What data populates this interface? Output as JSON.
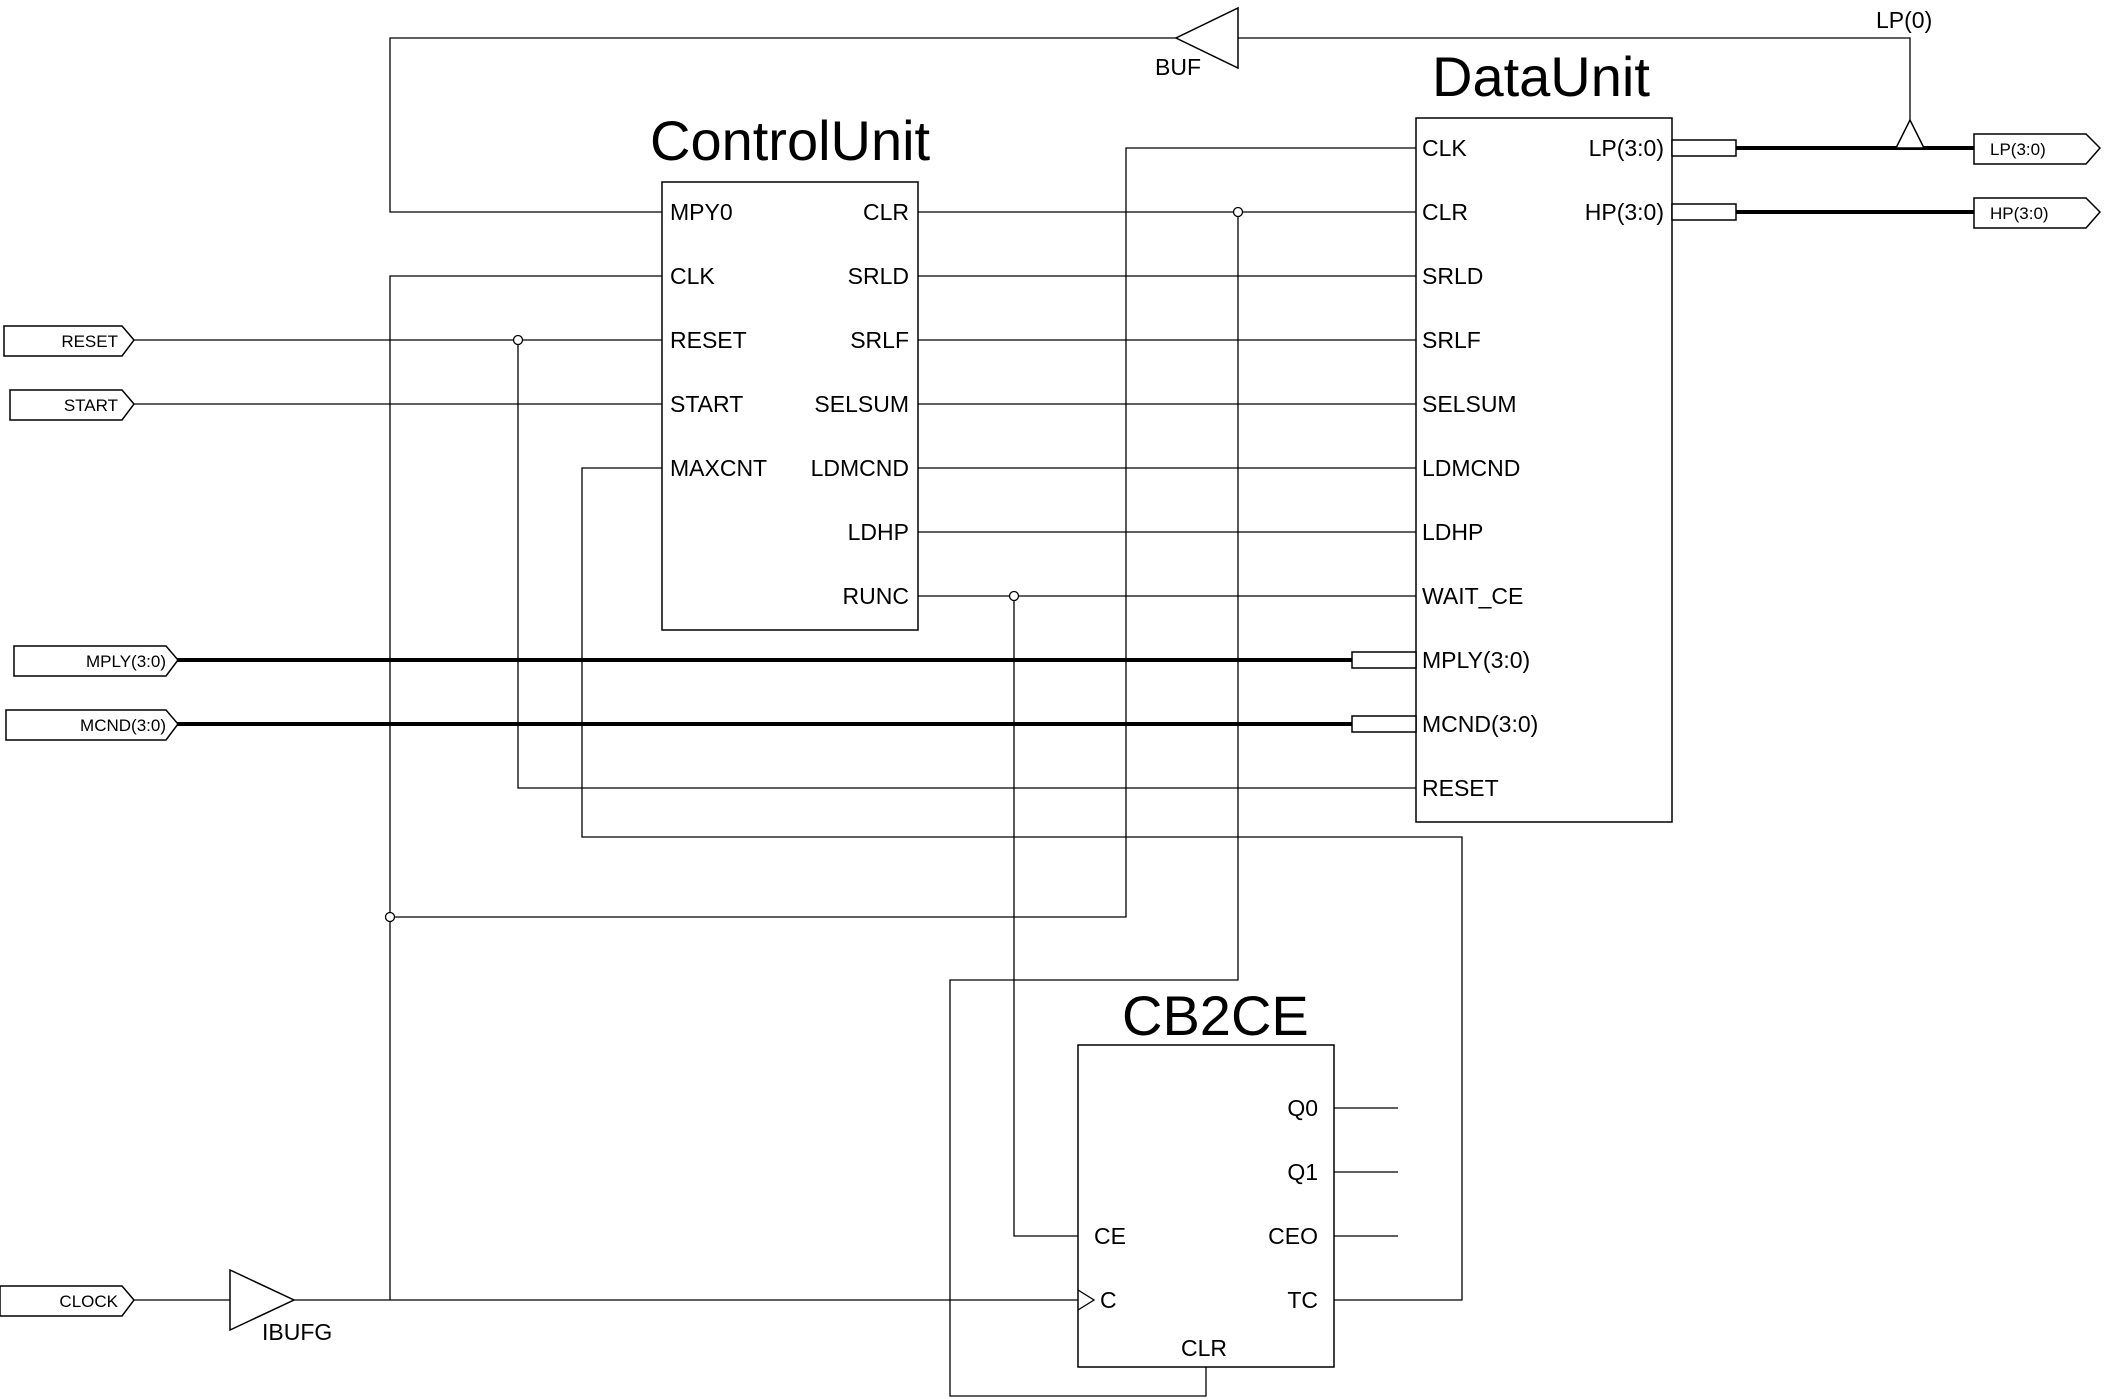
{
  "blocks": {
    "control_unit": {
      "title": "ControlUnit",
      "left_pins": [
        "MPY0",
        "CLK",
        "RESET",
        "START",
        "MAXCNT"
      ],
      "right_pins": [
        "CLR",
        "SRLD",
        "SRLF",
        "SELSUM",
        "LDMCND",
        "LDHP",
        "RUNC"
      ]
    },
    "data_unit": {
      "title": "DataUnit",
      "left_pins": [
        "CLK",
        "CLR",
        "SRLD",
        "SRLF",
        "SELSUM",
        "LDMCND",
        "LDHP",
        "WAIT_CE",
        "MPLY(3:0)",
        "MCND(3:0)",
        "RESET"
      ],
      "right_pins": [
        "LP(3:0)",
        "HP(3:0)"
      ]
    },
    "counter": {
      "title": "CB2CE",
      "left_pins": [
        "CE",
        "C"
      ],
      "right_pins": [
        "Q0",
        "Q1",
        "CEO",
        "TC"
      ],
      "bottom_pin": "CLR"
    }
  },
  "io_ports": {
    "inputs": [
      "RESET",
      "START",
      "MPLY(3:0)",
      "MCND(3:0)",
      "CLOCK"
    ],
    "outputs": [
      "LP(3:0)",
      "HP(3:0)"
    ]
  },
  "gates": {
    "buf_label": "BUF",
    "ibufg_label": "IBUFG"
  },
  "net_labels": {
    "lp0": "LP(0)"
  }
}
